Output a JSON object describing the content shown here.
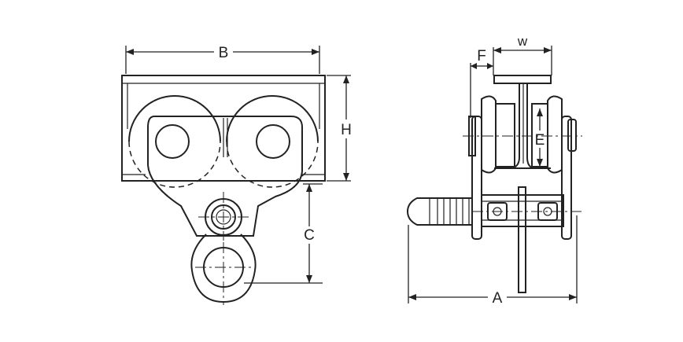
{
  "labels": {
    "B": "B",
    "H": "H",
    "C": "C",
    "F": "F",
    "W": "w",
    "E": "E",
    "A": "A"
  },
  "colors": {
    "line": "#222222",
    "background": "#ffffff"
  }
}
